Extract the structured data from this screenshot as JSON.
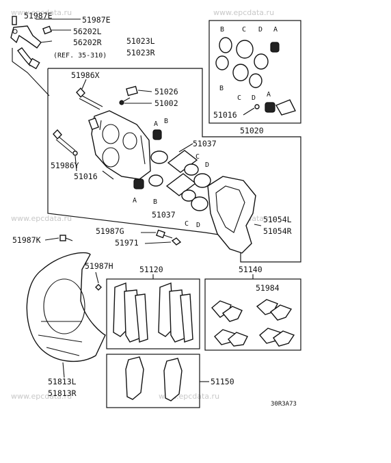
{
  "watermark": "www.epcdata.ru",
  "diagram_code": "30R3A73",
  "ref_note": "(REF. 35-310)",
  "part_numbers": {
    "p51987E_a": "51987E",
    "p51987E_b": "51987E",
    "p56202L": "56202L",
    "p56202R": "56202R",
    "p51023L": "51023L",
    "p51023R": "51023R",
    "p51986X": "51986X",
    "p51026": "51026",
    "p51002": "51002",
    "p51037_a": "51037",
    "p51037_b": "51037",
    "p51986Y": "51986Y",
    "p51016_a": "51016",
    "p51016_b": "51016",
    "p51020": "51020",
    "p51054L": "51054L",
    "p51054R": "51054R",
    "p51987G": "51987G",
    "p51971": "51971",
    "p51987K": "51987K",
    "p51987H": "51987H",
    "p51120": "51120",
    "p51140": "51140",
    "p51984": "51984",
    "p51813L": "51813L",
    "p51813R": "51813R",
    "p51150": "51150"
  },
  "seal_letters": {
    "a": "A",
    "b": "B",
    "c": "C",
    "d": "D"
  }
}
